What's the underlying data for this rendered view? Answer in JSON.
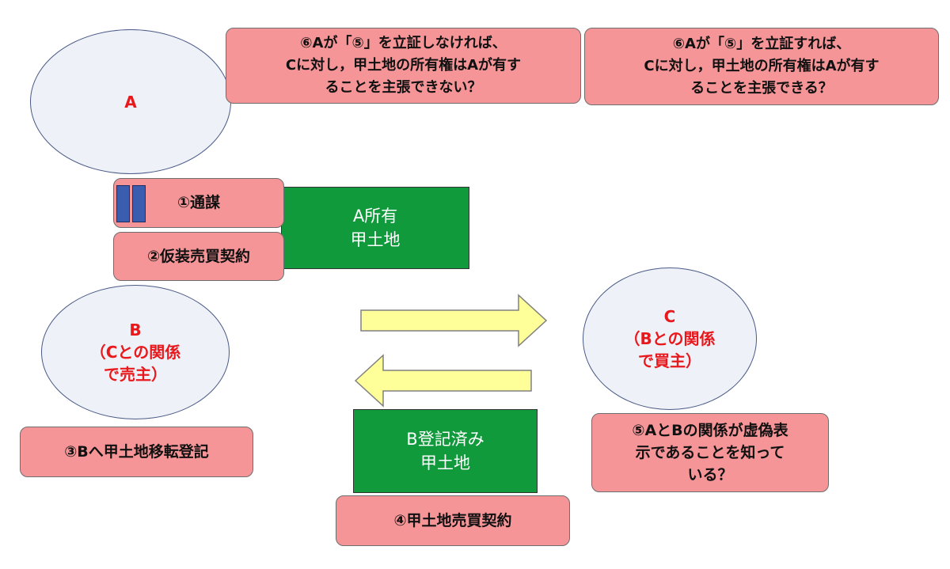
{
  "parties": {
    "a": {
      "label": "A"
    },
    "b": {
      "label": "B\n（Cとの関係\nで売主）"
    },
    "c": {
      "label": "C\n（Bとの関係\nで買主）"
    }
  },
  "questions": {
    "not_proven": "⑥Aが「⑤」を立証しなければ、\nCに対し，甲土地の所有権はAが有す\nることを主張できない？",
    "proven": "⑥Aが「⑤」を立証すれば、\nCに対し，甲土地の所有権はAが有す\nることを主張できる？"
  },
  "facts": {
    "collusion": "①通謀",
    "sham_sale": "②仮装売買契約",
    "registration": "③Bへ甲土地移転登記",
    "sale_contract": "④甲土地売買契約",
    "knowledge": "⑤AとBの関係が虚偽表\n示であることを知って\nいる？"
  },
  "land": {
    "a_owned": "A所有\n甲土地",
    "b_registered": "B登記済み\n甲土地"
  },
  "colors": {
    "pink_box": "#f59597",
    "green_box": "#109a3c",
    "party_text": "#e8191c",
    "arrow_fill": "#ffff99",
    "ellipse_fill": "#eef1f8"
  }
}
